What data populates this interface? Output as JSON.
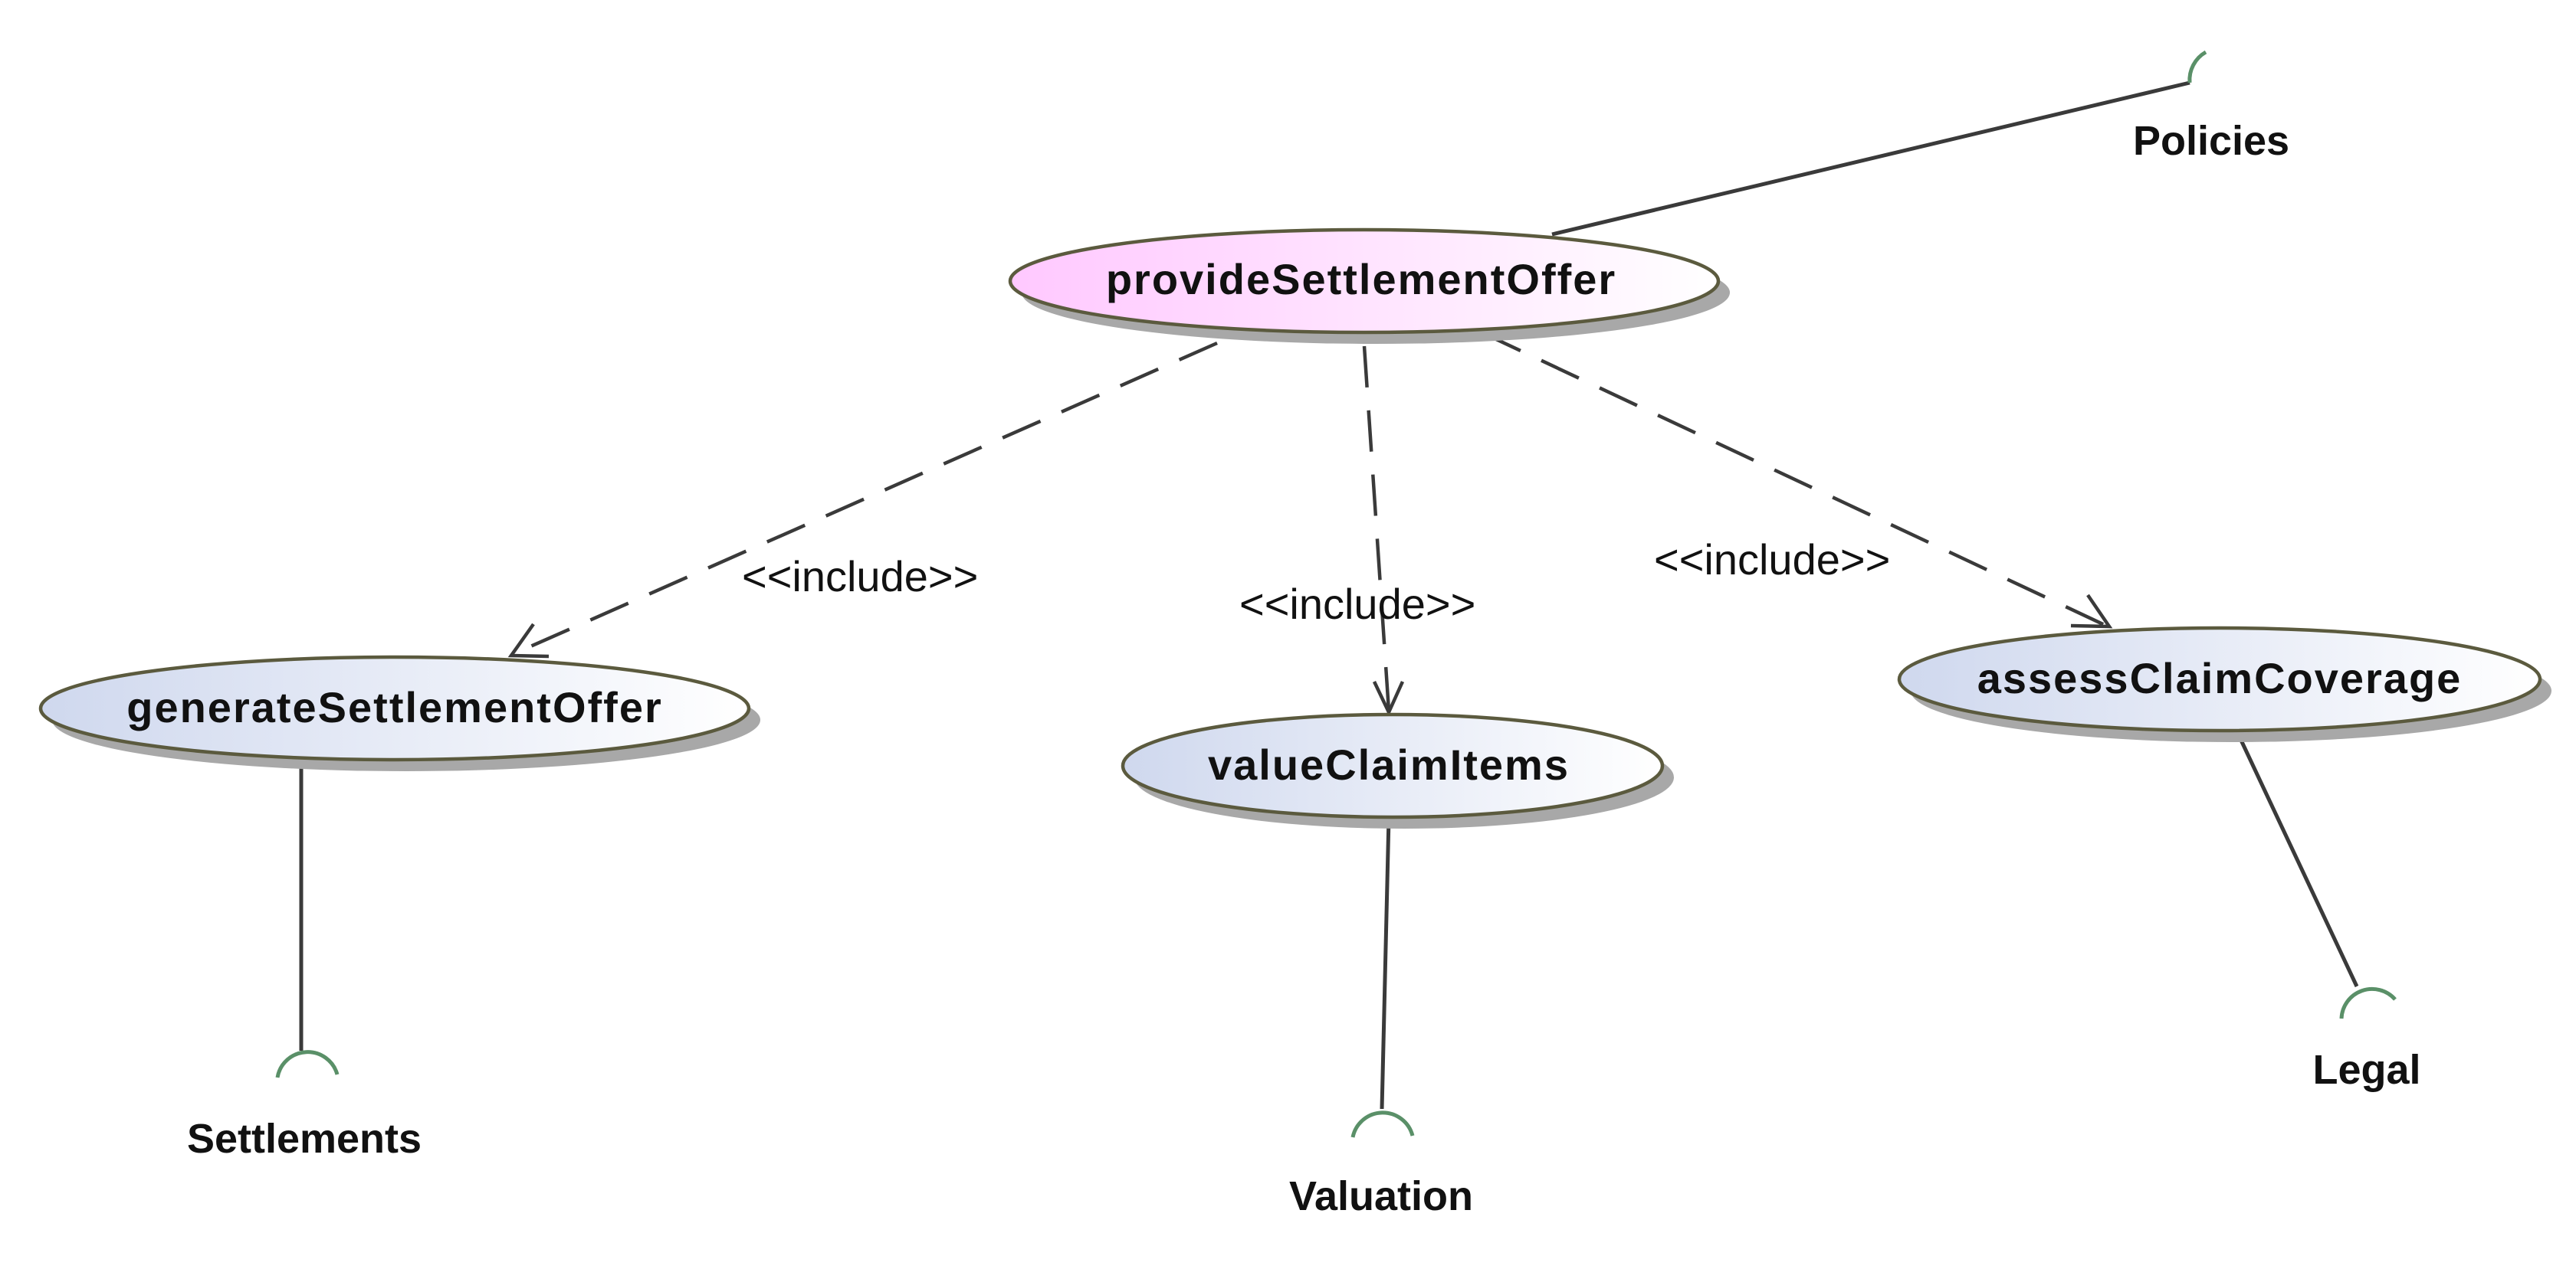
{
  "diagram": {
    "use_cases": [
      {
        "id": "provide",
        "label": "provideSettlementOffer",
        "style": "pink"
      },
      {
        "id": "generate",
        "label": "generateSettlementOffer",
        "style": "blue"
      },
      {
        "id": "value",
        "label": "valueClaimItems",
        "style": "blue"
      },
      {
        "id": "assess",
        "label": "assessClaimCoverage",
        "style": "blue"
      }
    ],
    "interfaces": [
      {
        "id": "policies",
        "label": "Policies"
      },
      {
        "id": "settlements",
        "label": "Settlements"
      },
      {
        "id": "valuation",
        "label": "Valuation"
      },
      {
        "id": "legal",
        "label": "Legal"
      }
    ],
    "relationships": [
      {
        "from": "provide",
        "to": "generate",
        "type": "include",
        "label": "<<include>>"
      },
      {
        "from": "provide",
        "to": "value",
        "type": "include",
        "label": "<<include>>"
      },
      {
        "from": "provide",
        "to": "assess",
        "type": "include",
        "label": "<<include>>"
      }
    ],
    "colors": {
      "pink_fill_start": "#ffc8ff",
      "blue_fill_start": "#cfd8ee",
      "fill_end": "#ffffff",
      "outline": "#5b5a3e",
      "socket": "#5a9068",
      "line": "#3a3a3a"
    }
  }
}
